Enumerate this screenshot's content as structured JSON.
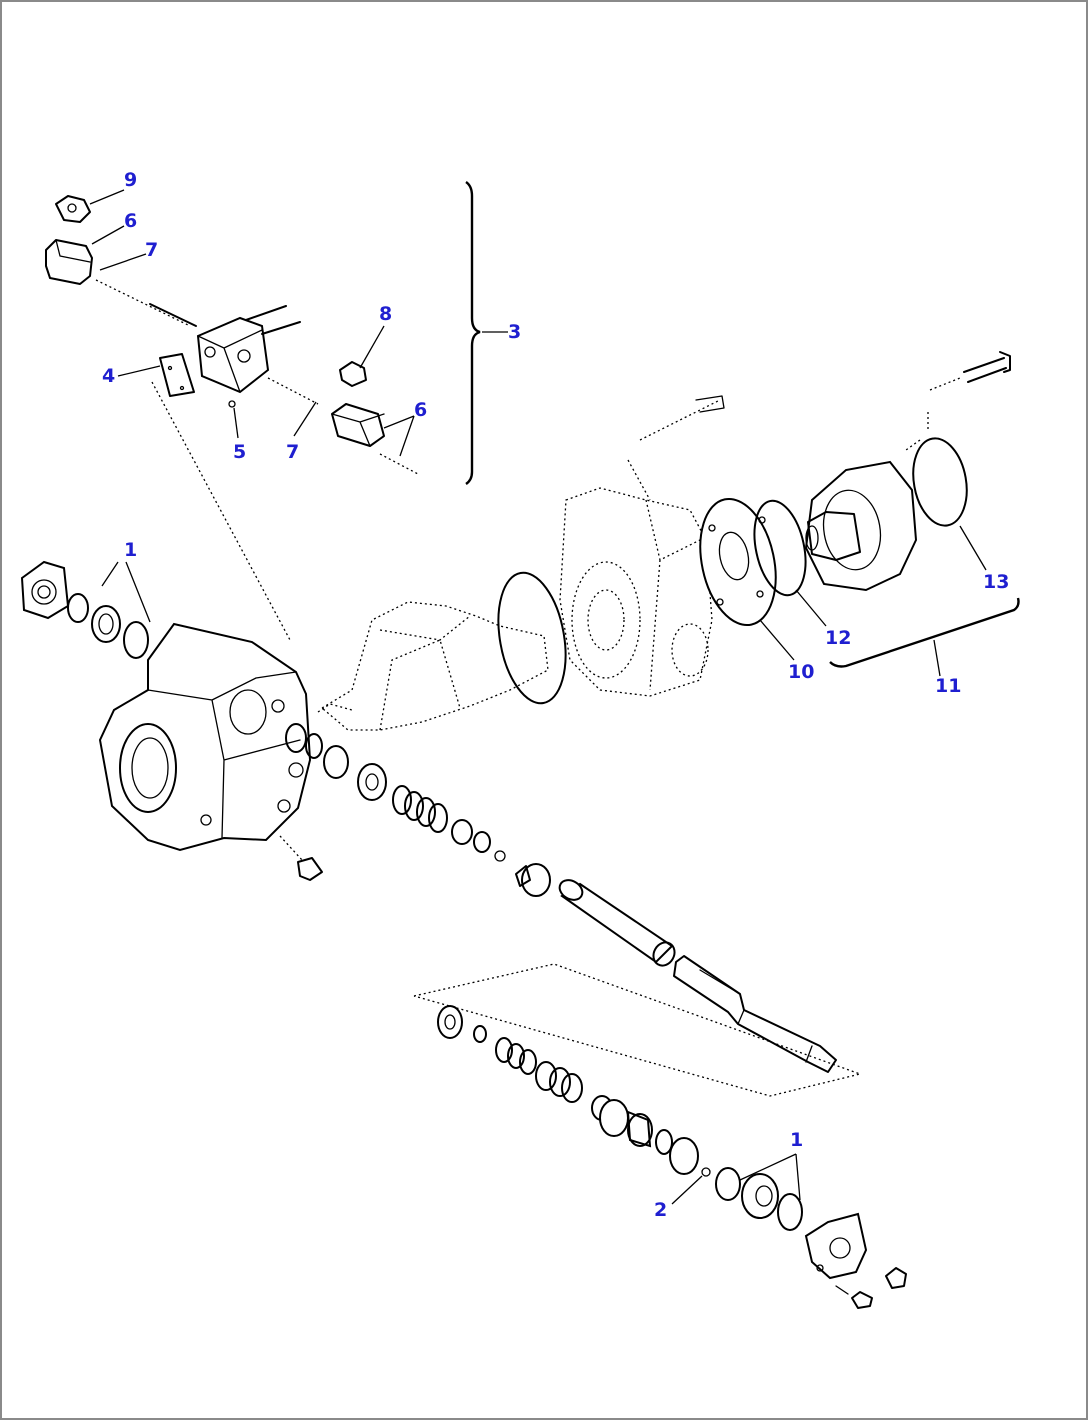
{
  "callouts": {
    "c1a": "1",
    "c1b": "1",
    "c2": "2",
    "c3": "3",
    "c4": "4",
    "c5": "5",
    "c6a": "6",
    "c6b": "6",
    "c7a": "7",
    "c7b": "7",
    "c8": "8",
    "c9": "9",
    "c10": "10",
    "c11": "11",
    "c12": "12",
    "c13": "13"
  },
  "colors": {
    "callout": "#1f1fd0",
    "lines": "#000000",
    "border": "#8a8a8a"
  }
}
